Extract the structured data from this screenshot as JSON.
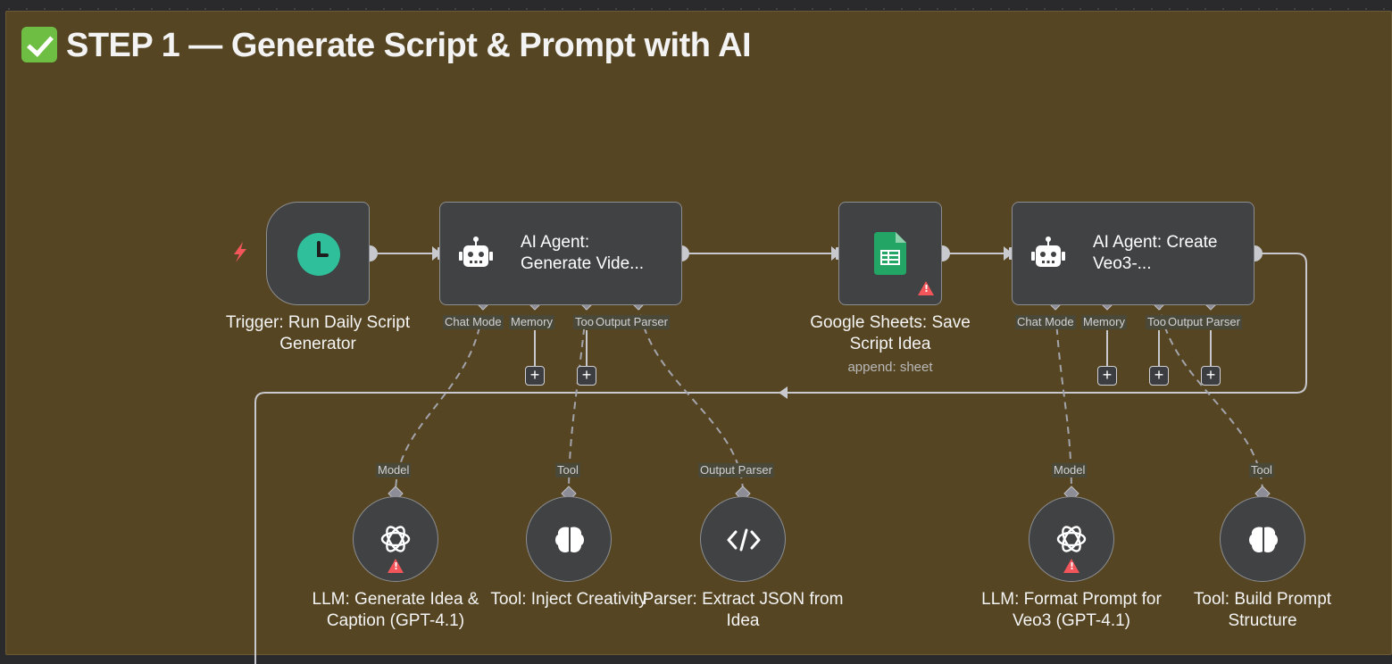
{
  "sticky": {
    "title": "STEP 1 — Generate Script & Prompt with AI"
  },
  "nodes": {
    "trigger": {
      "label": "Trigger: Run Daily Script Generator",
      "icon": "clock-icon"
    },
    "agent1": {
      "label": "AI Agent:\nGenerate Vide...",
      "icon": "robot-icon"
    },
    "sheets": {
      "label": "Google Sheets: Save Script Idea",
      "subtitle": "append: sheet",
      "icon": "google-sheets-icon"
    },
    "agent2": {
      "label": "AI Agent: Create\nVeo3-...",
      "icon": "robot-icon"
    },
    "llm1": {
      "label": "LLM: Generate Idea & Caption (GPT-4.1)",
      "icon": "openai-icon"
    },
    "tool1": {
      "label": "Tool: Inject Creativity",
      "icon": "brain-icon"
    },
    "parser1": {
      "label": "Parser: Extract JSON from Idea",
      "icon": "code-icon"
    },
    "llm2": {
      "label": "LLM: Format Prompt for Veo3 (GPT-4.1)",
      "icon": "openai-icon"
    },
    "tool2": {
      "label": "Tool: Build Prompt Structure",
      "icon": "brain-icon"
    }
  },
  "ports": {
    "agent1": [
      "Chat Model",
      "Memory",
      "Tool",
      "Output Parser"
    ],
    "agent2": [
      "Chat Model",
      "Memory",
      "Tool",
      "Output Parser"
    ],
    "agent1_display": [
      "Chat Mode",
      "Memory",
      "Too",
      "Output Parser"
    ],
    "agent2_display": [
      "Chat Mode",
      "Memory",
      "Too",
      "Output Parser"
    ]
  },
  "input_labels": {
    "llm1": "Model",
    "tool1": "Tool",
    "parser1": "Output Parser",
    "llm2": "Model",
    "tool2": "Tool"
  },
  "plus": "+",
  "colors": {
    "sticky_bg": "#554522",
    "canvas_bg": "#2a2a2c",
    "node_bg": "#414244",
    "clock_green": "#2fc09b",
    "sheets_green": "#23a566",
    "warning_red": "#f2555a",
    "trigger_bolt": "#f2555a"
  }
}
